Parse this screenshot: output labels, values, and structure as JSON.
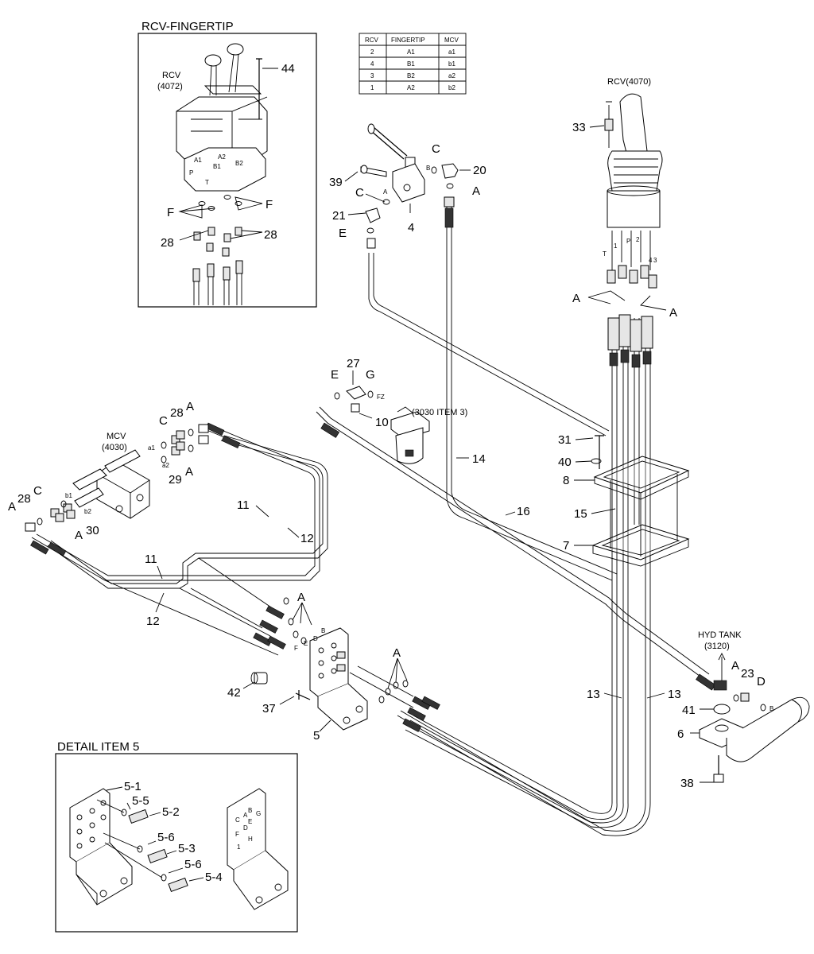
{
  "titles": {
    "rcv_fingertip": "RCV-FINGERTIP",
    "detail_item5": "DETAIL ITEM 5"
  },
  "table": {
    "headers": [
      "RCV",
      "FINGERTIP",
      "MCV"
    ],
    "rows": [
      [
        "2",
        "A1",
        "a1"
      ],
      [
        "4",
        "B1",
        "b1"
      ],
      [
        "3",
        "B2",
        "a2"
      ],
      [
        "1",
        "A2",
        "b2"
      ]
    ]
  },
  "components": {
    "rcv4072": [
      "RCV",
      "(4072)"
    ],
    "rcv4070": "RCV(4070)",
    "mcv": [
      "MCV",
      "(4030)"
    ],
    "filter": "(3030 ITEM 3)",
    "hyd_tank": [
      "HYD TANK",
      "(3120)"
    ]
  },
  "port_letters": {
    "fingertip": [
      "A1",
      "A2",
      "B2",
      "B1",
      "P",
      "T"
    ],
    "rcv4070": [
      "T",
      "1",
      "P",
      "2",
      "4",
      "3"
    ],
    "mcv": [
      "a1",
      "a2",
      "b1",
      "b2"
    ],
    "filter": "FZ",
    "valve4": [
      "B",
      "A"
    ],
    "tank": "B",
    "bracket": [
      "B",
      "D",
      "E",
      "F"
    ]
  },
  "callouts": {
    "top": [
      "44",
      "F",
      "F",
      "28",
      "28",
      "39",
      "C",
      "20",
      "C",
      "A",
      "21",
      "E",
      "4",
      "33",
      "A",
      "A"
    ],
    "middle": [
      "27",
      "E",
      "G",
      "10",
      "31",
      "40",
      "8",
      "14",
      "15",
      "16",
      "7",
      "11",
      "12",
      "A",
      "C",
      "28",
      "28",
      "C",
      "A",
      "29",
      "A",
      "30"
    ],
    "lower": [
      "11",
      "12",
      "A",
      "A",
      "42",
      "37",
      "5",
      "13",
      "13",
      "A",
      "23",
      "D",
      "41",
      "6",
      "38"
    ],
    "detail": [
      "5-1",
      "5-5",
      "5-2",
      "5-6",
      "5-3",
      "5-6",
      "5-4"
    ]
  },
  "bracket_letters": [
    "A",
    "B",
    "C",
    "D",
    "E",
    "F",
    "G",
    "H",
    "1"
  ]
}
